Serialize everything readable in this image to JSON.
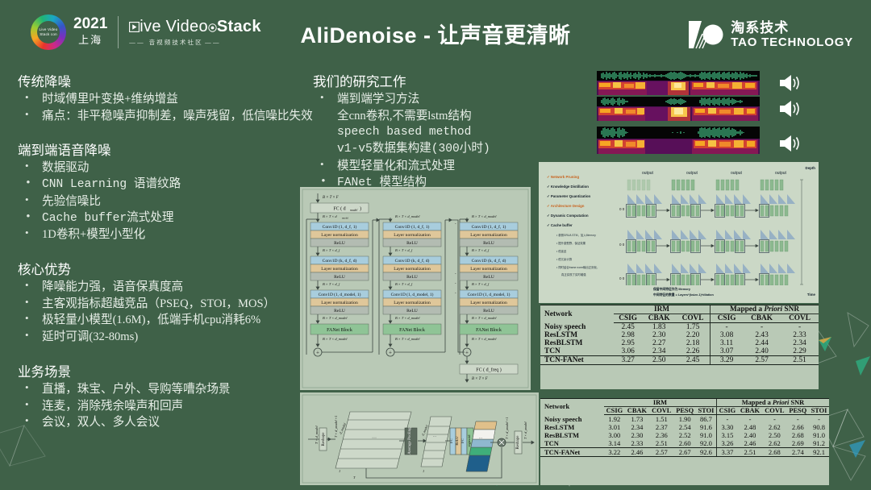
{
  "slide": {
    "title": "AliDenoise - 让声音更清晰",
    "background_color": "#3f6148",
    "title_color": "#ffffff"
  },
  "header": {
    "event_logo": {
      "ring_text_1": "Live Video",
      "ring_text_2": "Stack con",
      "ring_text_3": "音视频技术大会",
      "year": "2021",
      "city": "上海"
    },
    "brand": {
      "name_part1": "ive Video",
      "name_part2": "Stack",
      "tagline": "音 视 频 技 术 社 区"
    },
    "sponsor": {
      "cn": "淘系技术",
      "en": "TAO TECHNOLOGY"
    }
  },
  "left_column": {
    "sections": [
      {
        "heading": "传统降噪",
        "bullets": [
          {
            "text": "时域傅里叶变换+维纳增益",
            "mono": false
          },
          {
            "text": "痛点：非平稳噪声抑制差，噪声残留，低信噪比失效",
            "mono": false
          }
        ]
      },
      {
        "heading": "端到端语音降噪",
        "bullets": [
          {
            "text": "数据驱动",
            "mono": false
          },
          {
            "text": "CNN Learning 语谱纹路",
            "mono": true
          },
          {
            "text": "先验信噪比",
            "mono": false
          },
          {
            "text": "Cache buffer流式处理",
            "mono": true
          },
          {
            "text": "1D卷积+模型小型化",
            "mono": false
          }
        ]
      },
      {
        "heading": "核心优势",
        "bullets": [
          {
            "text": "降噪能力强，语音保真度高",
            "mono": false
          },
          {
            "text": "主客观指标超越竞品（PSEQ，STOI，MOS）",
            "mono": false
          },
          {
            "text": "极轻量小模型(1.6M)，低端手机cpu消耗6%",
            "mono": false
          },
          {
            "text": "延时可调(32-80ms)",
            "mono": false
          }
        ]
      },
      {
        "heading": "业务场景",
        "bullets": [
          {
            "text": "直播，珠宝、户外、导购等嘈杂场景",
            "mono": false
          },
          {
            "text": "连麦，消除残余噪声和回声",
            "mono": false
          },
          {
            "text": "会议，双人、多人会议",
            "mono": false
          }
        ]
      }
    ]
  },
  "mid_column": {
    "heading": "我们的研究工作",
    "bullets": [
      {
        "text": "端到端学习方法",
        "mono": false,
        "marker": true
      },
      {
        "text": "全cnn卷积,不需要lstm结构",
        "mono": false,
        "marker": false
      },
      {
        "text": "speech based method",
        "mono": true,
        "marker": false
      },
      {
        "text": "v1-v5数据集构建(300小时)",
        "mono": true,
        "marker": false
      },
      {
        "text": "模型轻量化和流式处理",
        "mono": false,
        "marker": true
      },
      {
        "text": "FANet 模型结构",
        "mono": true,
        "marker": true
      }
    ]
  },
  "spectrograms": {
    "rows": [
      {
        "name": "noisy-input-spectrogram",
        "speaker_icon": "speaker-wave-icon"
      },
      {
        "name": "intermediate-spectrogram",
        "speaker_icon": "speaker-wave-icon"
      },
      {
        "name": "denoised-output-spectrogram",
        "speaker_icon": "speaker-wave-icon"
      }
    ]
  },
  "prune_figure": {
    "checklist": [
      {
        "label": "Network Pruning",
        "highlight": true
      },
      {
        "label": "Knowledge Distillation",
        "highlight": false
      },
      {
        "label": "Parameter Quantization",
        "highlight": false
      },
      {
        "label": "Architecture Design",
        "highlight": true
      },
      {
        "label": "Dynamic Computation",
        "highlight": false
      },
      {
        "label": "Cache buffer",
        "highlight": false
      }
    ],
    "sub_bullets": [
      "参照GRU/LSTM，加入Memory",
      "提升感受野，保证效果",
      "低延迟",
      "低冗余计算",
      "同时结合frame norm输出正则化，",
      "真正实现了实时增强"
    ],
    "column_headers": [
      "output",
      "output",
      "output",
      "output"
    ],
    "axis_depth": "Depth",
    "axis_time": "Time",
    "caption_line1": "保留中间特征作为 Memory",
    "caption_line2": "中间特征的数量 = Layers*(ksize-1)*dilation",
    "zero_label": "0"
  },
  "tcn_figure": {
    "input_label": "B × T × F",
    "fc_top": "FC ( d_model )",
    "fc_bottom": "FC ( d_freq )",
    "model_label": "B × T × d_model",
    "df_label": "B × T × d_f",
    "blocks": [
      "Conv1D (1, d_f, 1)",
      "Layer normalization",
      "ReLU",
      "Conv1D (k, d_f, d)",
      "Layer normalization",
      "ReLU",
      "Conv1D (1, d_model, 1)",
      "Layer normalization",
      "ReLU",
      "FANet Block"
    ],
    "plus": "+",
    "output_label": "B × T × F"
  },
  "se_figure": {
    "labels": [
      "Reshape",
      "Average Pooling",
      "FC",
      "ReLU",
      "FC",
      "sigmoid",
      "Reshape"
    ],
    "dims": [
      "T × d_model",
      "T × d_model ×1",
      "d_model",
      "T",
      "d_model ×1",
      "T × d_model"
    ]
  },
  "table1": {
    "group_headers": [
      "Network",
      "IRM",
      "Mapped a Priori SNR"
    ],
    "priori_italic": "Priori",
    "sub_headers": [
      "CSIG",
      "CBAK",
      "COVL",
      "CSIG",
      "CBAK",
      "COVL"
    ],
    "rows": [
      {
        "network": "Noisy speech",
        "values": [
          "2.45",
          "1.83",
          "1.75",
          "-",
          "-",
          "-"
        ],
        "bold": false
      },
      {
        "network": "ResLSTM",
        "values": [
          "2.98",
          "2.30",
          "2.20",
          "3.08",
          "2.43",
          "2.33"
        ],
        "bold": false
      },
      {
        "network": "ResBLSTM",
        "values": [
          "2.95",
          "2.27",
          "2.18",
          "3.11",
          "2.44",
          "2.34"
        ],
        "bold": false
      },
      {
        "network": "TCN",
        "values": [
          "3.06",
          "2.34",
          "2.26",
          "3.07",
          "2.40",
          "2.29"
        ],
        "bold": false
      },
      {
        "network": "TCN-FANet",
        "values": [
          "3.27",
          "2.50",
          "2.45",
          "3.29",
          "2.57",
          "2.51"
        ],
        "bold": true
      }
    ]
  },
  "table2": {
    "group_headers": [
      "Network",
      "IRM",
      "Mapped a Priori SNR"
    ],
    "priori_italic": "Priori",
    "sub_headers": [
      "CSIG",
      "CBAK",
      "COVL",
      "PESQ",
      "STOI",
      "CSIG",
      "CBAK",
      "COVL",
      "PESQ",
      "STOI"
    ],
    "rows": [
      {
        "network": "Noisy speech",
        "values": [
          "1.92",
          "1.73",
          "1.51",
          "1.90",
          "86.7",
          "-",
          "-",
          "-",
          "-",
          "-"
        ],
        "bold": false
      },
      {
        "network": "ResLSTM",
        "values": [
          "3.01",
          "2.34",
          "2.37",
          "2.54",
          "91.6",
          "3.30",
          "2.48",
          "2.62",
          "2.66",
          "90.8"
        ],
        "bold": false
      },
      {
        "network": "ResBLSTM",
        "values": [
          "3.00",
          "2.30",
          "2.36",
          "2.52",
          "91.0",
          "3.15",
          "2.40",
          "2.50",
          "2.68",
          "91.0"
        ],
        "bold": false
      },
      {
        "network": "TCN",
        "values": [
          "3.14",
          "2.33",
          "2.51",
          "2.60",
          "92.0",
          "3.26",
          "2.46",
          "2.62",
          "2.69",
          "91.2"
        ],
        "bold": false
      },
      {
        "network": "TCN-FANet",
        "values": [
          "3.22",
          "2.46",
          "2.57",
          "2.67",
          "92.6",
          "3.37",
          "2.51",
          "2.68",
          "2.74",
          "92.1"
        ],
        "bold": true
      }
    ]
  }
}
